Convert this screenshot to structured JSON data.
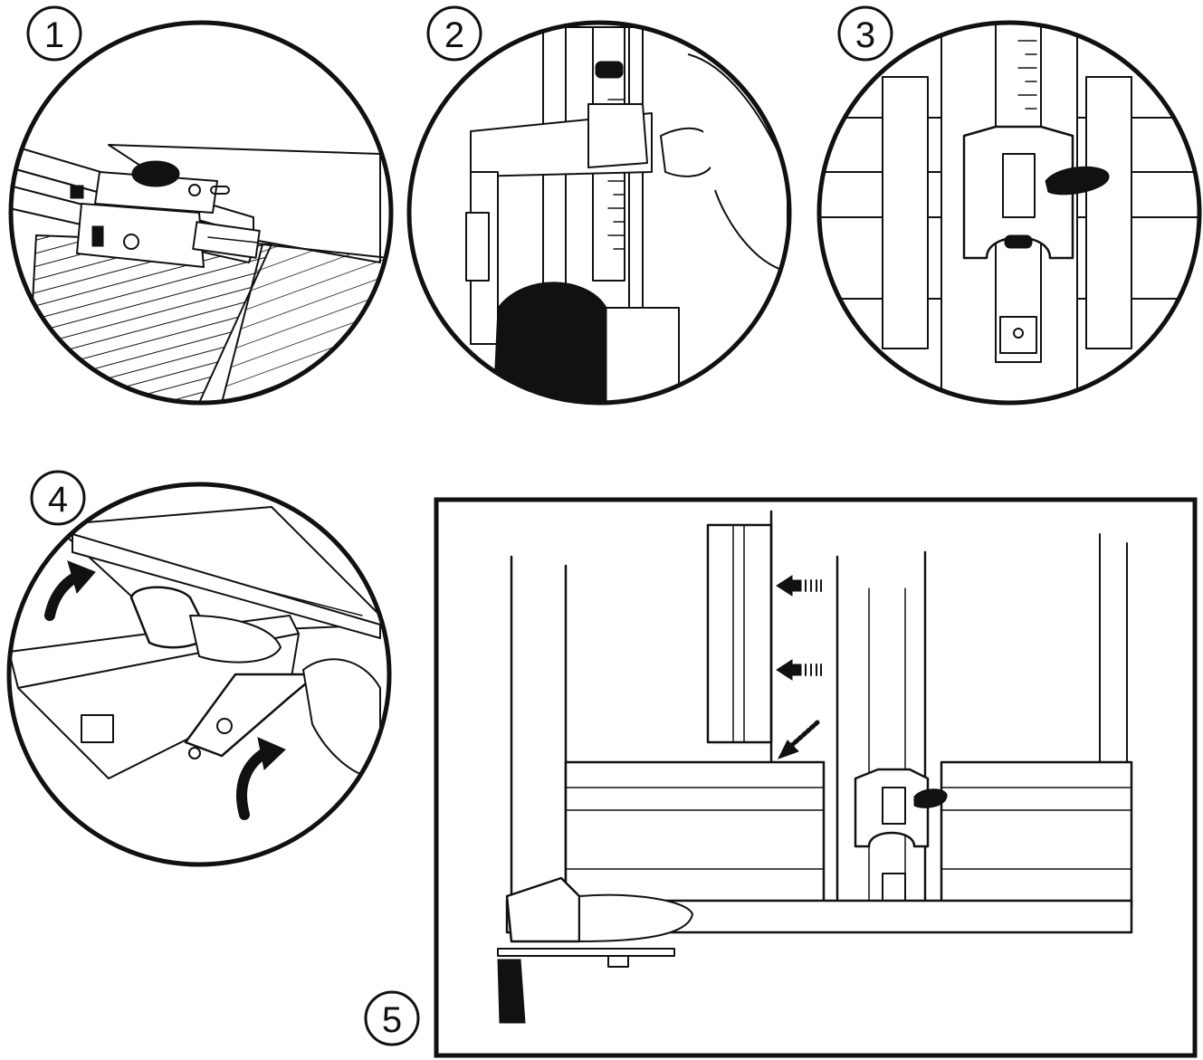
{
  "steps": [
    {
      "number": "1"
    },
    {
      "number": "2"
    },
    {
      "number": "3"
    },
    {
      "number": "4"
    },
    {
      "number": "5"
    }
  ],
  "colors": {
    "ink": "#111111",
    "paper": "#ffffff"
  }
}
